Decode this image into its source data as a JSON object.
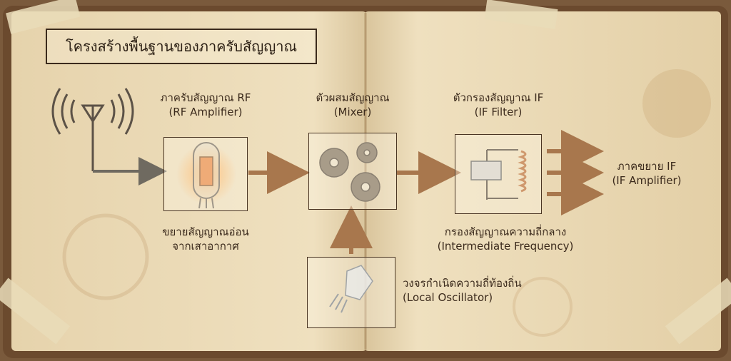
{
  "title": "โครงสร้างพื้นฐานของภาครับสัญญาณ",
  "stages": {
    "rf": {
      "name": "ภาครับสัญญาณ RF",
      "en": "(RF Amplifier)",
      "desc1": "ขยายสัญญาณอ่อน",
      "desc2": "จากเสาอากาศ"
    },
    "mixer": {
      "name": "ตัวผสมสัญญาณ",
      "en": "(Mixer)"
    },
    "filter": {
      "name": "ตัวกรองสัญญาณ IF",
      "en": "(IF Filter)",
      "desc1": "กรองสัญญาณความถี่กลาง",
      "desc2": "(Intermediate Frequency)"
    },
    "oscillator": {
      "name": "วงจรกำเนิดความถี่ท้องถิ่น",
      "en": "(Local Oscillator)"
    },
    "if_amp": {
      "name": "ภาคขยาย IF",
      "en": "(IF Amplifier)"
    }
  },
  "colors": {
    "ink": "#3b2a1c",
    "paper": "#ecdcb8",
    "arrow": "#a8774d"
  },
  "icons": [
    "antenna-icon",
    "vacuum-tube-icon",
    "gears-icon",
    "chip-coil-icon",
    "crystal-icon"
  ]
}
